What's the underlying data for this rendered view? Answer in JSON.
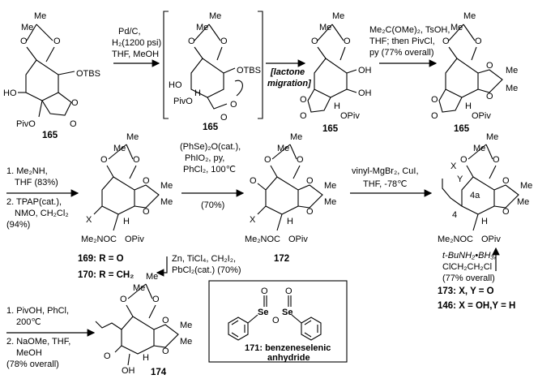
{
  "compounds": {
    "c165_start": "165",
    "c165_bracket": "165",
    "c165_lactone": "165",
    "c165_acetonide": "165",
    "c169_170": "",
    "c172": "172",
    "c173_146": "",
    "c174": "174"
  },
  "atom_labels": {
    "Me": "Me",
    "O": "O",
    "OTBS": "OTBS",
    "HO": "HO",
    "PivO": "PivO",
    "OPiv": "OPiv",
    "OH": "OH",
    "H": "H",
    "X": "X",
    "Y": "Y",
    "Me2NOC": "Me₂NOC",
    "pos4": "4",
    "pos4a": "4a"
  },
  "conditions": {
    "step1": [
      "Pd/C,",
      "H₂(1200 psi)",
      "THF, MeOH"
    ],
    "step2": [
      "[lactone",
      "migration]"
    ],
    "step3": [
      "Me₂C(OMe)₂, TsOH,",
      "THF; then PivCl,",
      "py (77% overall)"
    ],
    "step4": [
      "1. Me₂NH,",
      "THF (83%)",
      "2. TPAP(cat.),",
      "NMO, CH₂Cl₂",
      "(94%)"
    ],
    "step5": [
      "(PhSe)₂O(cat.),",
      "PhIO₂, py,",
      "PhCl₂, 100℃",
      "(70%)"
    ],
    "step6": [
      "vinyl-MgBr₂, CuI,",
      "THF, -78℃"
    ],
    "step7": [
      "Zn, TiCl₄, CH₂I₂,",
      "PbCl₂(cat.) (70%)"
    ],
    "step8": [
      "t-BuNH₂•BH₃,",
      "ClCH₂CH₂Cl",
      "(77% overall)"
    ],
    "step9": [
      "1. PivOH, PhCl,",
      "200℃",
      "2. NaOMe, THF,",
      "MeOH",
      "(78% overall)"
    ]
  },
  "definitions": {
    "r169": "169: R = O",
    "r170": "170: R = CH₂",
    "x173": "173: X, Y = O",
    "x146": "146: X = OH,Y = H"
  },
  "reagent_box": {
    "label": "171: benzeneselenic",
    "label2": "anhydride",
    "Se": "Se",
    "O": "O"
  }
}
